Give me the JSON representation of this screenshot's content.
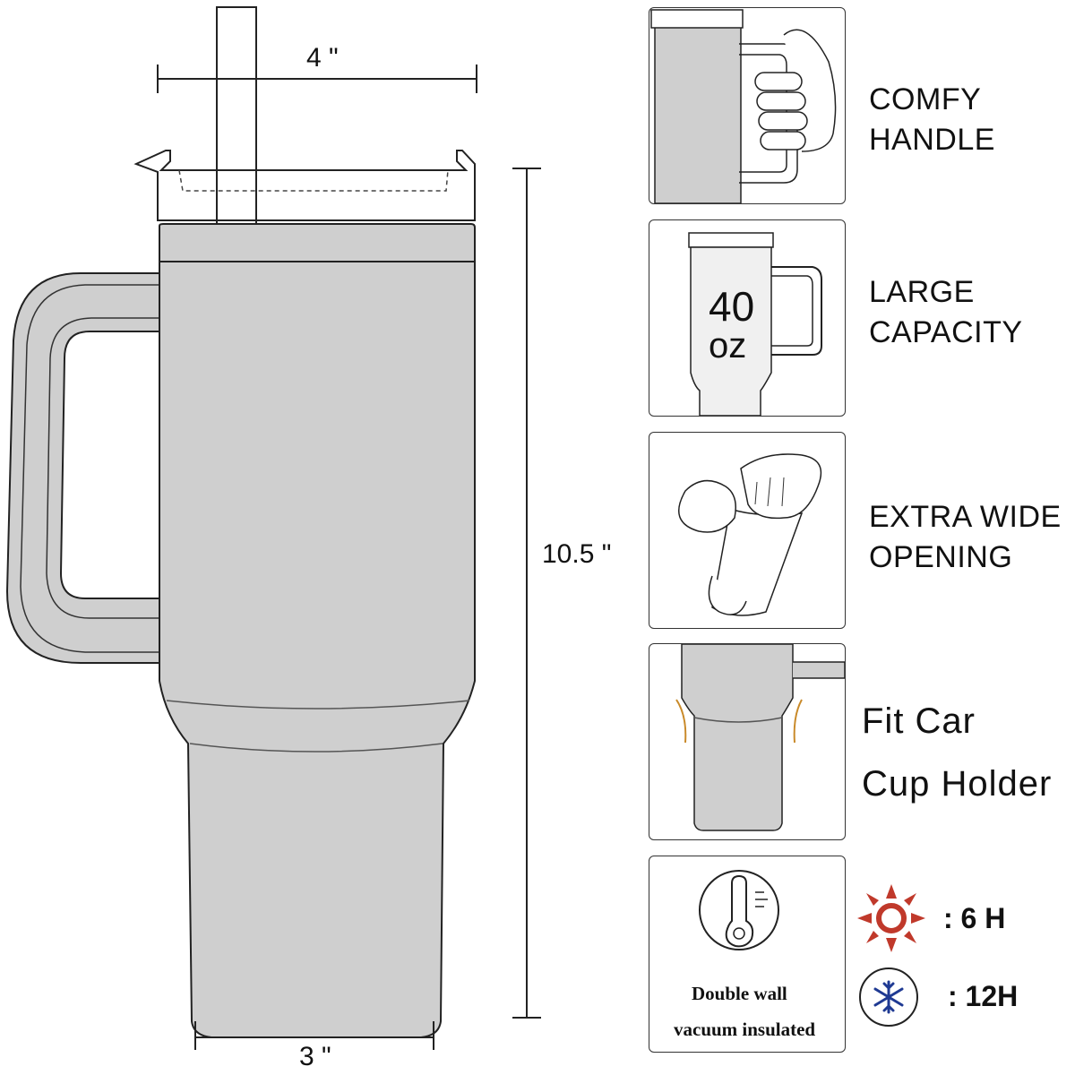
{
  "dimensions": {
    "width": "4 \"",
    "height": "10.5 \"",
    "base": "3 \""
  },
  "features": [
    {
      "line1": "COMFY",
      "line2": "HANDLE"
    },
    {
      "line1": "LARGE",
      "line2": "CAPACITY"
    },
    {
      "line1": "EXTRA WIDE",
      "line2": "OPENING"
    },
    {
      "line1": "Fit Car",
      "line2": "Cup Holder"
    }
  ],
  "capacity": {
    "number": "40",
    "unit": "oz"
  },
  "insulation": {
    "line1": "Double wall",
    "line2": "vacuum insulated"
  },
  "retention": {
    "hot": ": 6 H",
    "cold": ": 12H",
    "hot_icon": "sun-icon",
    "cold_icon": "snowflake-icon",
    "hot_color": "#c0392b",
    "cold_color": "#1f3a93"
  },
  "colors": {
    "tumbler_fill": "#cfcfcf",
    "line": "#222222"
  }
}
